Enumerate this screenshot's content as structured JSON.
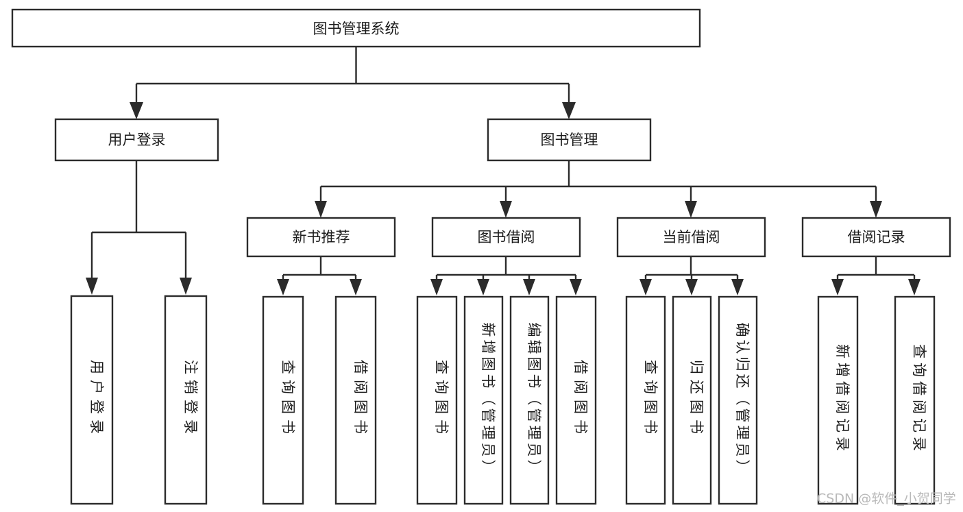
{
  "chart_data": {
    "type": "diagram",
    "diagram_kind": "tree",
    "title": "图书管理系统",
    "orientation": "top-down",
    "edge_style": "orthogonal-with-arrowheads",
    "node_fill": "#ffffff",
    "node_stroke": "#2b2b2b",
    "background": "#ffffff",
    "levels": 4,
    "nodes": [
      {
        "id": "root",
        "label": "图书管理系统",
        "level": 0,
        "orientation": "horizontal",
        "parent": null
      },
      {
        "id": "login",
        "label": "用户登录",
        "level": 1,
        "orientation": "horizontal",
        "parent": "root"
      },
      {
        "id": "bookmgmt",
        "label": "图书管理",
        "level": 1,
        "orientation": "horizontal",
        "parent": "root"
      },
      {
        "id": "newbook",
        "label": "新书推荐",
        "level": 2,
        "orientation": "horizontal",
        "parent": "bookmgmt"
      },
      {
        "id": "borrow",
        "label": "图书借阅",
        "level": 2,
        "orientation": "horizontal",
        "parent": "bookmgmt"
      },
      {
        "id": "current",
        "label": "当前借阅",
        "level": 2,
        "orientation": "horizontal",
        "parent": "bookmgmt"
      },
      {
        "id": "records",
        "label": "借阅记录",
        "level": 2,
        "orientation": "horizontal",
        "parent": "bookmgmt"
      },
      {
        "id": "leaf-user-login",
        "label": "用户登录",
        "level": 3,
        "orientation": "vertical",
        "parent": "login"
      },
      {
        "id": "leaf-user-logout",
        "label": "注销登录",
        "level": 3,
        "orientation": "vertical",
        "parent": "login"
      },
      {
        "id": "leaf-query-book-1",
        "label": "查询图书",
        "level": 3,
        "orientation": "vertical",
        "parent": "newbook"
      },
      {
        "id": "leaf-borrow-book-1",
        "label": "借阅图书",
        "level": 3,
        "orientation": "vertical",
        "parent": "newbook"
      },
      {
        "id": "leaf-query-book-2",
        "label": "查询图书",
        "level": 3,
        "orientation": "vertical",
        "parent": "borrow"
      },
      {
        "id": "leaf-add-book",
        "label": "新增图书（管理员）",
        "level": 3,
        "orientation": "vertical",
        "parent": "borrow"
      },
      {
        "id": "leaf-edit-book",
        "label": "编辑图书（管理员）",
        "level": 3,
        "orientation": "vertical",
        "parent": "borrow"
      },
      {
        "id": "leaf-borrow-book-2",
        "label": "借阅图书",
        "level": 3,
        "orientation": "vertical",
        "parent": "borrow"
      },
      {
        "id": "leaf-query-book-3",
        "label": "查询图书",
        "level": 3,
        "orientation": "vertical",
        "parent": "current"
      },
      {
        "id": "leaf-return-book",
        "label": "归还图书",
        "level": 3,
        "orientation": "vertical",
        "parent": "current"
      },
      {
        "id": "leaf-confirm-return",
        "label": "确认归还（管理员）",
        "level": 3,
        "orientation": "vertical",
        "parent": "current"
      },
      {
        "id": "leaf-add-record",
        "label": "新增借阅记录",
        "level": 3,
        "orientation": "vertical",
        "parent": "records"
      },
      {
        "id": "leaf-query-record",
        "label": "查询借阅记录",
        "level": 3,
        "orientation": "vertical",
        "parent": "records"
      }
    ],
    "edges": [
      {
        "from": "root",
        "to": "login"
      },
      {
        "from": "root",
        "to": "bookmgmt"
      },
      {
        "from": "bookmgmt",
        "to": "newbook"
      },
      {
        "from": "bookmgmt",
        "to": "borrow"
      },
      {
        "from": "bookmgmt",
        "to": "current"
      },
      {
        "from": "bookmgmt",
        "to": "records"
      },
      {
        "from": "login",
        "to": "leaf-user-login"
      },
      {
        "from": "login",
        "to": "leaf-user-logout"
      },
      {
        "from": "newbook",
        "to": "leaf-query-book-1"
      },
      {
        "from": "newbook",
        "to": "leaf-borrow-book-1"
      },
      {
        "from": "borrow",
        "to": "leaf-query-book-2"
      },
      {
        "from": "borrow",
        "to": "leaf-add-book"
      },
      {
        "from": "borrow",
        "to": "leaf-edit-book"
      },
      {
        "from": "borrow",
        "to": "leaf-borrow-book-2"
      },
      {
        "from": "current",
        "to": "leaf-query-book-3"
      },
      {
        "from": "current",
        "to": "leaf-return-book"
      },
      {
        "from": "current",
        "to": "leaf-confirm-return"
      },
      {
        "from": "records",
        "to": "leaf-add-record"
      },
      {
        "from": "records",
        "to": "leaf-query-record"
      }
    ]
  },
  "diagram": {
    "root": {
      "label": "图书管理系统"
    },
    "level1": {
      "login": {
        "label": "用户登录"
      },
      "book_management": {
        "label": "图书管理"
      }
    },
    "level2": {
      "new_book_recommend": {
        "label": "新书推荐"
      },
      "book_borrow": {
        "label": "图书借阅"
      },
      "current_borrow": {
        "label": "当前借阅"
      },
      "borrow_records": {
        "label": "借阅记录"
      }
    },
    "leaves": {
      "user_login": {
        "label": "用户登录"
      },
      "user_logout": {
        "label": "注销登录"
      },
      "query_book_1": {
        "label": "查询图书"
      },
      "borrow_book_1": {
        "label": "借阅图书"
      },
      "query_book_2": {
        "label": "查询图书"
      },
      "add_book": {
        "label": "新增图书（管理员）"
      },
      "edit_book": {
        "label": "编辑图书（管理员）"
      },
      "borrow_book_2": {
        "label": "借阅图书"
      },
      "query_book_3": {
        "label": "查询图书"
      },
      "return_book": {
        "label": "归还图书"
      },
      "confirm_return": {
        "label": "确认归还（管理员）"
      },
      "add_record": {
        "label": "新增借阅记录"
      },
      "query_record": {
        "label": "查询借阅记录"
      }
    }
  },
  "watermark": {
    "text": "CSDN @软件_小贺同学",
    "color": "#b9b9b9"
  }
}
